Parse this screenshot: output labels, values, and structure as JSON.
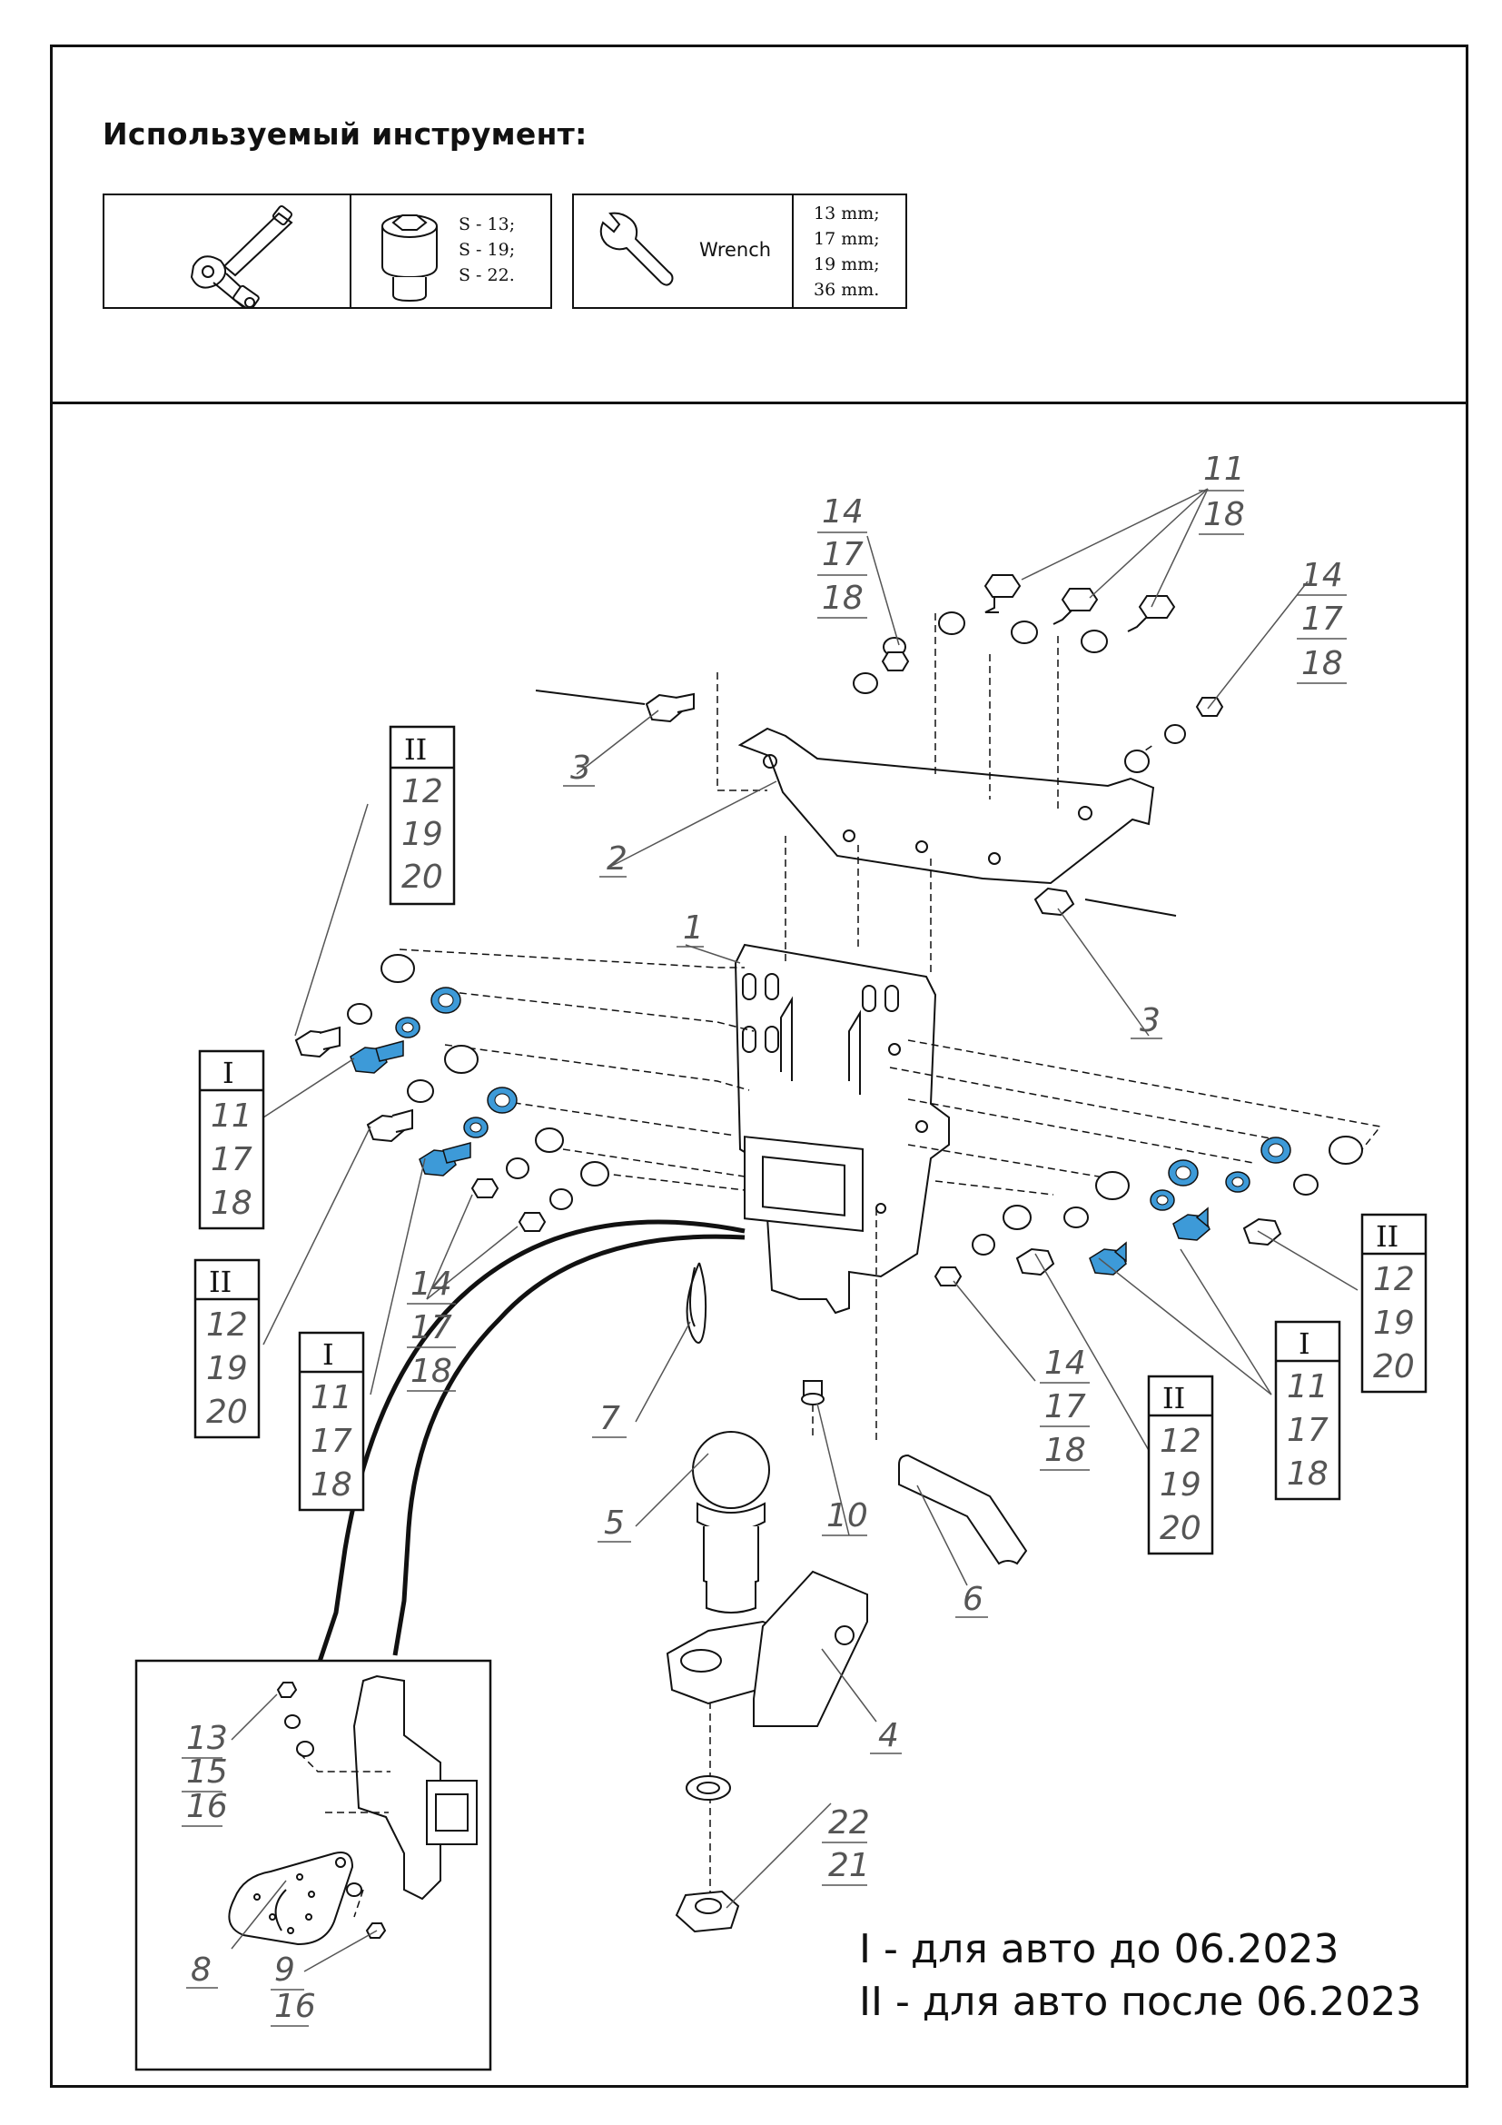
{
  "tools": {
    "title": "Используемый инструмент:",
    "socket_sizes": [
      "S - 13;",
      "S - 19;",
      "S - 22."
    ],
    "wrench_label": "Wrench",
    "wrench_sizes": [
      "13 mm;",
      "17 mm;",
      "19 mm;",
      "36 mm."
    ],
    "icons": [
      "ratchet-icon",
      "socket-icon",
      "wrench-icon"
    ]
  },
  "callouts": {
    "c1": "1",
    "c2": "2",
    "c3a": "3",
    "c3b": "3",
    "c4": "4",
    "c5": "5",
    "c6": "6",
    "c7": "7",
    "c8": "8",
    "c10": "10",
    "top_bolts": [
      "11",
      "18"
    ],
    "upper_left_nut": [
      "14",
      "17",
      "18"
    ],
    "upper_right_nut": [
      "14",
      "17",
      "18"
    ],
    "left_nuts": [
      "14",
      "17",
      "18"
    ],
    "right_nut": [
      "14",
      "17",
      "18"
    ],
    "ball_nut": [
      "22",
      "21"
    ],
    "inset_upper": [
      "13",
      "15",
      "16"
    ],
    "inset_lower": [
      "9",
      "16"
    ]
  },
  "boxes": {
    "box_left_II_top": {
      "variant": "II",
      "parts": [
        "12",
        "19",
        "20"
      ]
    },
    "box_left_I_top": {
      "variant": "I",
      "parts": [
        "11",
        "17",
        "18"
      ]
    },
    "box_left_II_bottom": {
      "variant": "II",
      "parts": [
        "12",
        "19",
        "20"
      ]
    },
    "box_left_I_bottom": {
      "variant": "I",
      "parts": [
        "11",
        "17",
        "18"
      ]
    },
    "box_mid_II": {
      "variant": "II",
      "parts": [
        "12",
        "19",
        "20"
      ]
    },
    "box_right_I": {
      "variant": "I",
      "parts": [
        "11",
        "17",
        "18"
      ]
    },
    "box_right_II": {
      "variant": "II",
      "parts": [
        "12",
        "19",
        "20"
      ]
    }
  },
  "legend": {
    "line1": "I - для авто до 06.2023",
    "line2": "II - для авто после 06.2023"
  },
  "colors": {
    "highlight_bolt": "#3d9ad8",
    "line": "#111111"
  }
}
